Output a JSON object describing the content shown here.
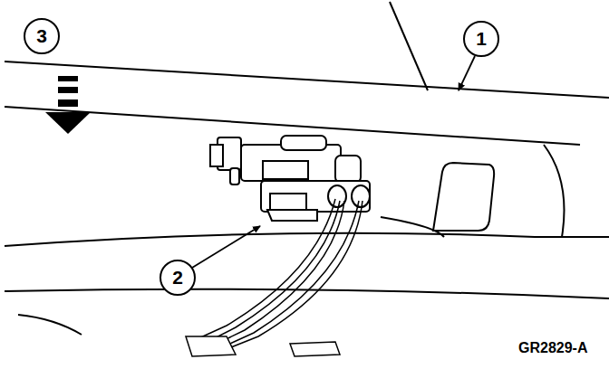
{
  "diagram": {
    "labels": [
      "1",
      "2",
      "3",
      "GR2829-A"
    ]
  }
}
